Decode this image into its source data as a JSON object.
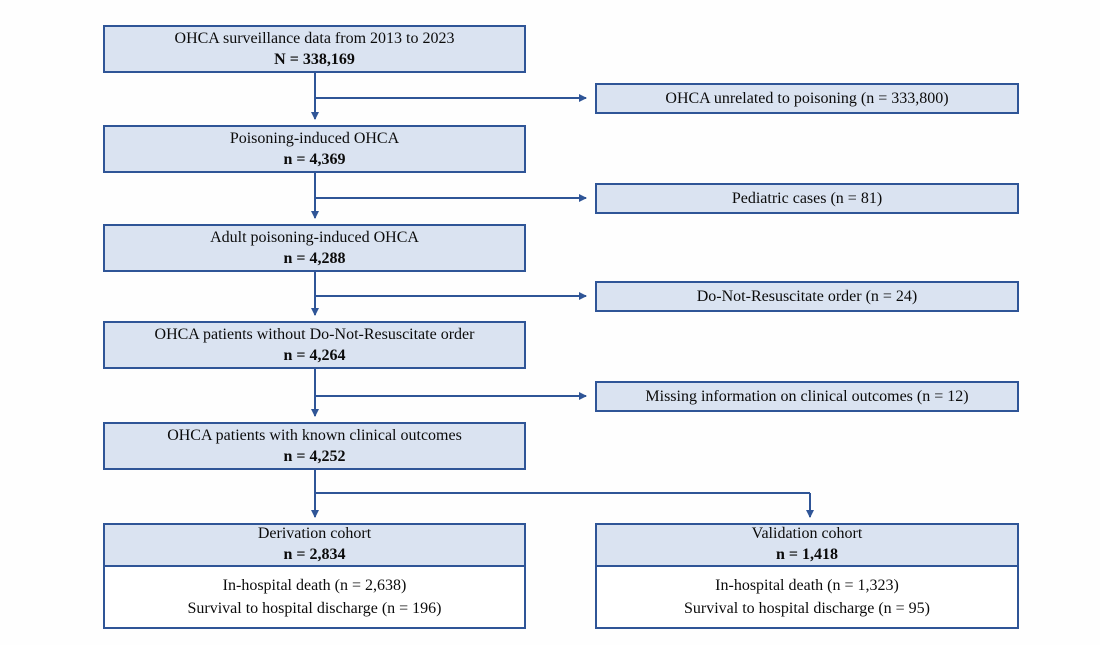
{
  "flowchart": {
    "main_boxes": [
      {
        "label": "OHCA surveillance data from 2013 to 2023",
        "count": "N = 338,169"
      },
      {
        "label": "Poisoning-induced OHCA",
        "count": "n = 4,369"
      },
      {
        "label": "Adult poisoning-induced OHCA",
        "count": "n = 4,288"
      },
      {
        "label": "OHCA patients without Do-Not-Resuscitate order",
        "count": "n = 4,264"
      },
      {
        "label": "OHCA patients with known clinical outcomes",
        "count": "n = 4,252"
      }
    ],
    "exclusion_boxes": [
      {
        "label": "OHCA unrelated to poisoning (n = 333,800)"
      },
      {
        "label": "Pediatric cases (n = 81)"
      },
      {
        "label": "Do-Not-Resuscitate order (n = 24)"
      },
      {
        "label": "Missing information on clinical outcomes (n = 12)"
      }
    ],
    "cohorts": [
      {
        "title": "Derivation cohort",
        "count": "n = 2,834",
        "outcomes": [
          "In-hospital death (n = 2,638)",
          "Survival to hospital discharge (n = 196)"
        ]
      },
      {
        "title": "Validation cohort",
        "count": "n = 1,418",
        "outcomes": [
          "In-hospital death (n = 1,323)",
          "Survival to hospital discharge (n = 95)"
        ]
      }
    ],
    "colors": {
      "box_fill": "#dae3f1",
      "box_border": "#2f5597",
      "arrow": "#2f5597",
      "outcome_fill": "#ffffff",
      "text": "#0b0b0b"
    }
  }
}
